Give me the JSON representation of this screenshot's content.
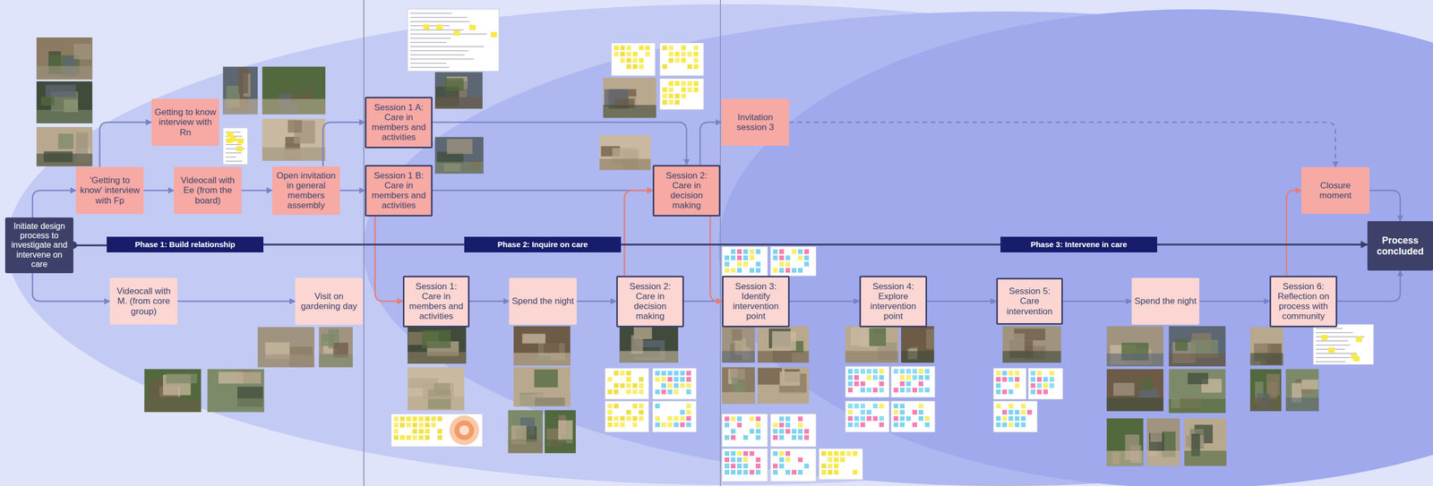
{
  "diagram": {
    "nodes": [
      {
        "text": [
          "Initiate design process to investigate and intervene on care"
        ]
      },
      {
        "text": [
          "'Getting to know' interview with Fp"
        ]
      },
      {
        "text": [
          "Getting to know interview with Rn"
        ]
      },
      {
        "text": [
          "Videocall with Ee (from the board)"
        ]
      },
      {
        "text": [
          "Open invitation in general members assembly"
        ]
      },
      {
        "text": [
          "Videocall with M. (from core group)"
        ]
      },
      {
        "text": [
          "Visit on gardening day"
        ]
      },
      {
        "text": [
          "Phase 1: Build relationship"
        ]
      },
      {
        "text": [
          "Session 1 A: Care in members and activities"
        ]
      },
      {
        "text": [
          "Session 1 B: Care in members and activities"
        ]
      },
      {
        "text": [
          "Session 1: Care in members and activities"
        ]
      },
      {
        "text": [
          "Spend the night"
        ]
      },
      {
        "text": [
          "Session 2: Care in decision making"
        ]
      },
      {
        "text": [
          "Session 2: Care in decision making"
        ]
      },
      {
        "text": [
          "Phase 2: Inquire on care"
        ]
      },
      {
        "text": [
          "Invitation session 3"
        ]
      },
      {
        "text": [
          "Session 3: Identify intervention point"
        ]
      },
      {
        "text": [
          "Session 4: Explore intervention point"
        ]
      },
      {
        "text": [
          "Session 5: Care intervention"
        ]
      },
      {
        "text": [
          "Spend the night"
        ]
      },
      {
        "text": [
          "Phase 3: Intervene in care"
        ]
      },
      {
        "text": [
          "Session 6: Reflection on process with community"
        ]
      },
      {
        "text": [
          "Closure moment"
        ]
      },
      {
        "text": [
          "Process concluded"
        ]
      }
    ],
    "edges": [
      {
        "from": 0,
        "to": 1,
        "arrow": "to"
      },
      {
        "from": 0,
        "to": 5,
        "arrow": "to"
      },
      {
        "from": 1,
        "to": 2,
        "arrow": "to"
      },
      {
        "from": 1,
        "to": 3,
        "arrow": "to"
      },
      {
        "from": 3,
        "to": 4,
        "arrow": "to"
      },
      {
        "from": 4,
        "to": 8,
        "arrow": "to"
      },
      {
        "from": 4,
        "to": 9,
        "arrow": "to"
      },
      {
        "from": 5,
        "to": 6,
        "arrow": "to"
      },
      {
        "from": 9,
        "to": 10,
        "arrow": "to"
      },
      {
        "from": 8,
        "to": 13,
        "arrow": "to"
      },
      {
        "from": 9,
        "to": 13,
        "arrow": "to"
      },
      {
        "from": 10,
        "to": 11,
        "arrow": "to"
      },
      {
        "from": 11,
        "to": 12,
        "arrow": "to"
      },
      {
        "from": 12,
        "to": 13,
        "arrow": "to"
      },
      {
        "from": 12,
        "to": 16,
        "arrow": "to"
      },
      {
        "from": 13,
        "to": 16,
        "arrow": "to"
      },
      {
        "from": 13,
        "to": 15,
        "arrow": "to"
      },
      {
        "from": 15,
        "to": 22,
        "arrow": "to"
      },
      {
        "from": 16,
        "to": 17,
        "arrow": "to"
      },
      {
        "from": 17,
        "to": 18,
        "arrow": "to"
      },
      {
        "from": 18,
        "to": 19,
        "arrow": "to"
      },
      {
        "from": 19,
        "to": 21,
        "arrow": "to"
      },
      {
        "from": 21,
        "to": 22,
        "arrow": "to"
      },
      {
        "from": 21,
        "to": 23,
        "arrow": "to"
      },
      {
        "from": 22,
        "to": 23,
        "arrow": "to"
      },
      {
        "from": 0,
        "to": 7,
        "arrow": "none"
      },
      {
        "from": 7,
        "to": 14,
        "arrow": "none"
      },
      {
        "from": 14,
        "to": 20,
        "arrow": "none"
      },
      {
        "from": 20,
        "to": 23,
        "arrow": "to"
      }
    ]
  }
}
